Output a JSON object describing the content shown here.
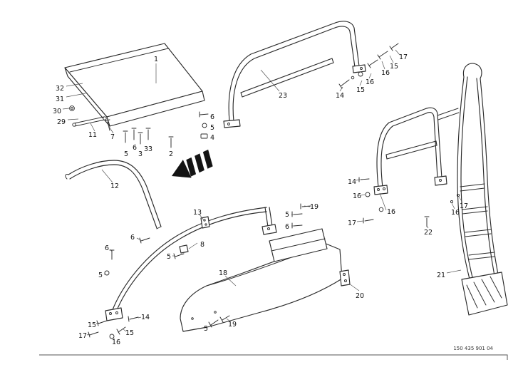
{
  "footer": {
    "code": "150 435 901 04"
  },
  "callouts": [
    "1",
    "32",
    "31",
    "30",
    "29",
    "11",
    "7",
    "5",
    "6",
    "3",
    "33",
    "2",
    "6",
    "5",
    "4",
    "23",
    "17",
    "15",
    "16",
    "16",
    "15",
    "14",
    "12",
    "13",
    "6",
    "6",
    "5",
    "8",
    "5",
    "18",
    "19",
    "5",
    "6",
    "14",
    "16",
    "16",
    "17",
    "22",
    "16",
    "17",
    "21",
    "20",
    "15",
    "17",
    "16",
    "15",
    "14",
    "5",
    "19"
  ]
}
